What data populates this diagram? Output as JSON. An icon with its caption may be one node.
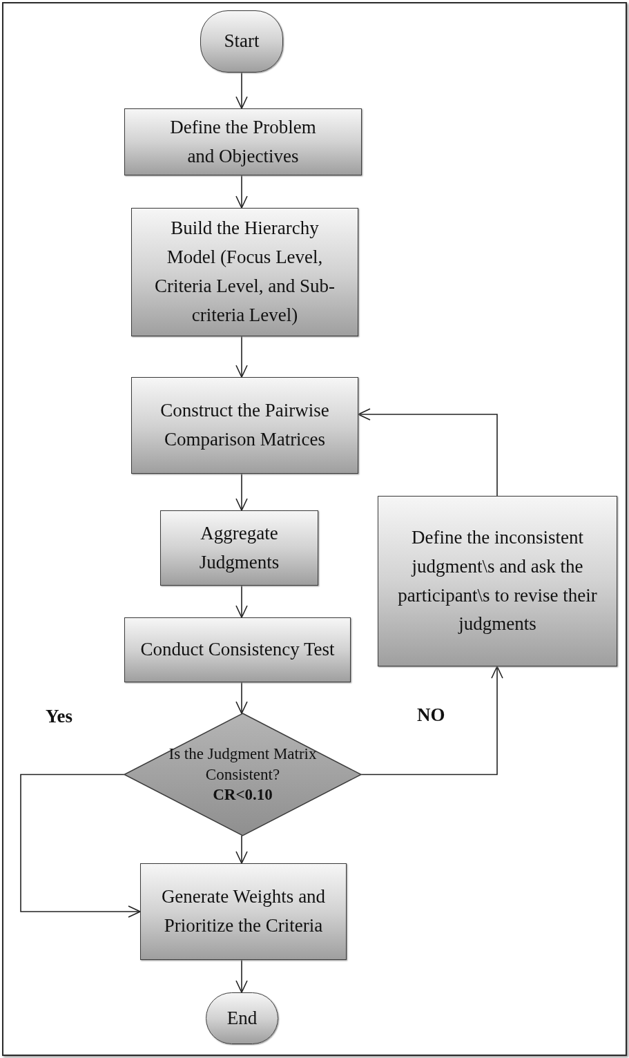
{
  "diagram": {
    "nodes": [
      {
        "text": [
          "Start"
        ]
      },
      {
        "text": [
          "Define the Problem and Objectives"
        ]
      },
      {
        "text": [
          "Build the Hierarchy Model (Focus Level, Criteria Level, and Sub-criteria Level)"
        ]
      },
      {
        "text": [
          "Construct the Pairwise Comparison Matrices"
        ]
      },
      {
        "text": [
          "Aggregate Judgments"
        ]
      },
      {
        "text": [
          "Conduct Consistency Test"
        ]
      },
      {
        "text": [
          "Is the Judgment Matrix Consistent?",
          "CR<0.10"
        ]
      },
      {
        "text": [
          "Generate Weights and Prioritize the Criteria"
        ]
      },
      {
        "text": [
          "End"
        ]
      },
      {
        "text": [
          "Define the inconsistent judgment\\s and ask the participant\\s to revise their judgments"
        ]
      }
    ],
    "edges": [
      {
        "from": 0,
        "to": 1,
        "arrow": "to"
      },
      {
        "from": 1,
        "to": 2,
        "arrow": "to"
      },
      {
        "from": 2,
        "to": 3,
        "arrow": "to"
      },
      {
        "from": 3,
        "to": 4,
        "arrow": "to"
      },
      {
        "from": 4,
        "to": 5,
        "arrow": "to"
      },
      {
        "from": 5,
        "to": 6,
        "arrow": "to"
      },
      {
        "from": 6,
        "to": 7,
        "arrow": "to"
      },
      {
        "from": 6,
        "to": 7,
        "arrow": "to",
        "label": "Yes"
      },
      {
        "from": 6,
        "to": 9,
        "arrow": "to",
        "label": "NO"
      },
      {
        "from": 9,
        "to": 3,
        "arrow": "to"
      },
      {
        "from": 7,
        "to": 8,
        "arrow": "to"
      }
    ]
  }
}
